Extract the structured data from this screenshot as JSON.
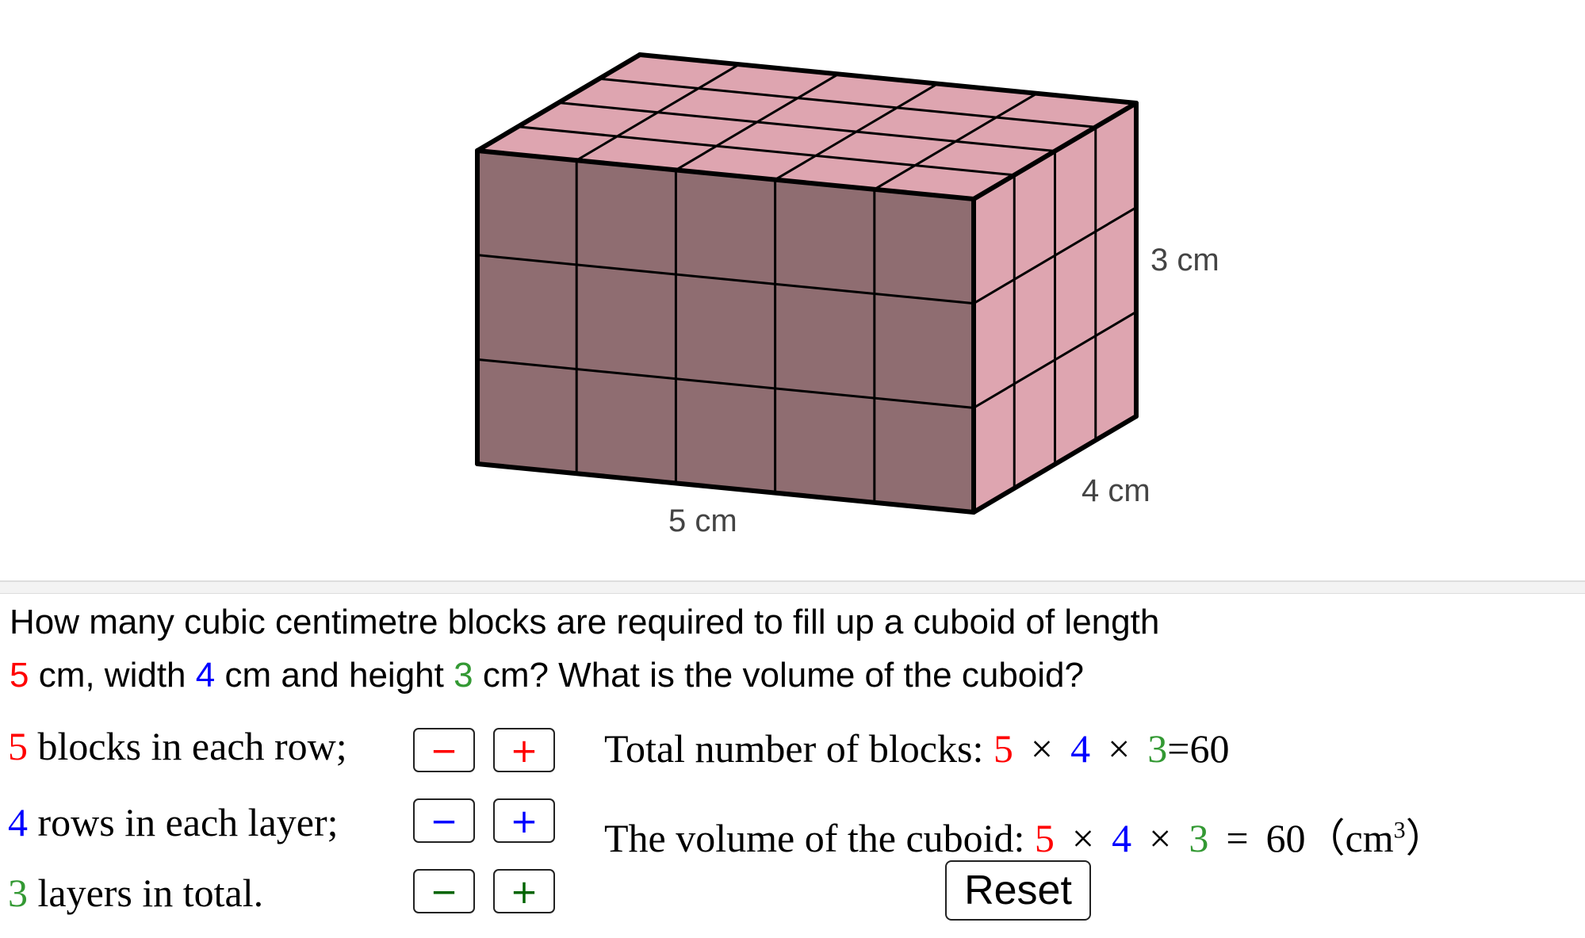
{
  "dimensions": {
    "length": 5,
    "width": 4,
    "height": 3,
    "unit": "cm"
  },
  "labels": {
    "length": "5 cm",
    "width": "4 cm",
    "height": "3 cm"
  },
  "colors": {
    "front": "#8f6d71",
    "top": "#dea5b0",
    "side": "#dea5b0",
    "length": "#ff0000",
    "width": "#0000ff",
    "height": "#339933",
    "height_button": "#006400"
  },
  "question": {
    "line1": "How many cubic centimetre blocks are required to fill up a cuboid of length",
    "l": "5",
    "t1": " cm, width ",
    "w": "4",
    "t2": " cm and height ",
    "h": "3",
    "t3": " cm? What is the volume of the cuboid?"
  },
  "rows": [
    {
      "value": "5",
      "text": " blocks in each row;",
      "minus": "−",
      "plus": "+"
    },
    {
      "value": "4",
      "text": " rows in each layer;",
      "minus": "−",
      "plus": "+"
    },
    {
      "value": "3",
      "text": " layers in total.",
      "minus": "−",
      "plus": "+"
    }
  ],
  "total": {
    "label": "Total number of blocks: ",
    "times": "×",
    "equals": "=",
    "result": "60"
  },
  "volume": {
    "label": "The volume of the cuboid: ",
    "times": "×",
    "equals": "=",
    "result": "60",
    "unit_open": "（cm",
    "unit_exp": "3",
    "unit_close": "）"
  },
  "reset_label": "Reset"
}
